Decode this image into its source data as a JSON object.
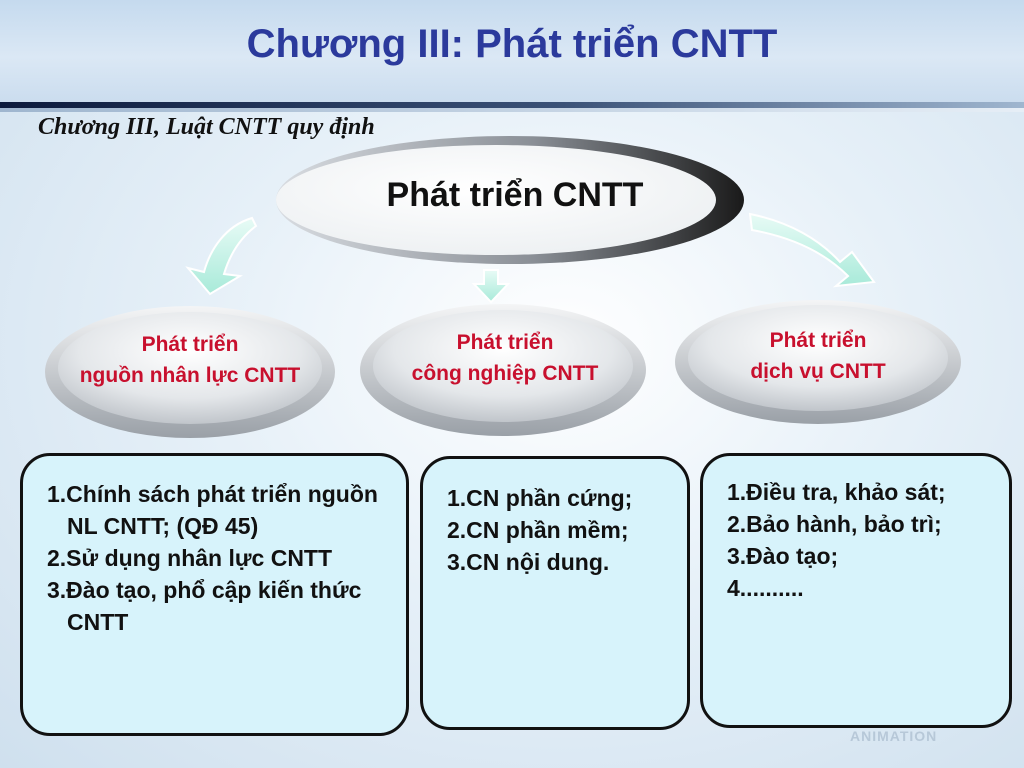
{
  "slide": {
    "title": "Chương III: Phát triển CNTT",
    "subtitle": "Chương III, Luật CNTT quy định"
  },
  "diagram": {
    "center": "Phát triển CNTT",
    "branches": [
      {
        "line1": "Phát triển",
        "line2": "nguồn nhân lực CNTT",
        "items": [
          "1.Chính sách phát triển nguồn NL CNTT; (QĐ 45)",
          "2.Sử dụng nhân lực CNTT",
          "3.Đào tạo, phổ cập kiến thức CNTT"
        ]
      },
      {
        "line1": "Phát triển",
        "line2": "công nghiệp CNTT",
        "items": [
          "1.CN phần cứng;",
          "2.CN phần mềm;",
          "3.CN nội dung."
        ]
      },
      {
        "line1": "Phát triển",
        "line2": "dịch vụ CNTT",
        "items": [
          "1.Điều tra, khảo sát;",
          "2.Bảo hành, bảo trì;",
          "3.Đào tạo;",
          "4.........."
        ]
      }
    ]
  },
  "watermark": "ANIMATION",
  "colors": {
    "title": "#2b3a9c",
    "branch_text": "#c8102e",
    "box_fill": "#d7f3fb",
    "arrow": "#bff0e6"
  }
}
